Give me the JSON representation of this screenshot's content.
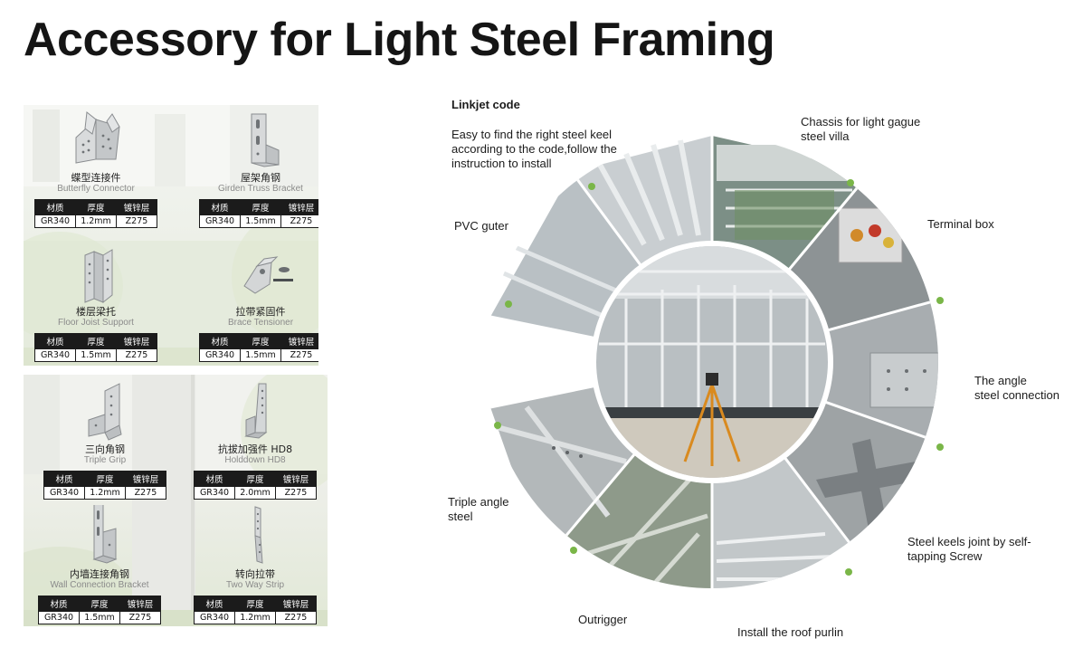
{
  "title": "Accessory for Light Steel Framing",
  "spec_headers": [
    "材质",
    "厚度",
    "镀锌层"
  ],
  "products": [
    {
      "cn": "蝶型连接件",
      "en": "Butterfly Connector",
      "material": "GR340",
      "thickness": "1.2mm",
      "coating": "Z275"
    },
    {
      "cn": "屋架角钢",
      "en": "Girden Truss Bracket",
      "material": "GR340",
      "thickness": "1.5mm",
      "coating": "Z275"
    },
    {
      "cn": "楼层梁托",
      "en": "Floor Joist Support",
      "material": "GR340",
      "thickness": "1.5mm",
      "coating": "Z275"
    },
    {
      "cn": "拉带紧固件",
      "en": "Brace Tensioner",
      "material": "GR340",
      "thickness": "1.5mm",
      "coating": "Z275"
    },
    {
      "cn": "三向角钢",
      "en": "Triple Grip",
      "material": "GR340",
      "thickness": "1.2mm",
      "coating": "Z275"
    },
    {
      "cn": "抗拔加强件 HD8",
      "en": "Holddown HD8",
      "material": "GR340",
      "thickness": "2.0mm",
      "coating": "Z275"
    },
    {
      "cn": "内墙连接角钢",
      "en": "Wall Connection Bracket",
      "material": "GR340",
      "thickness": "1.5mm",
      "coating": "Z275"
    },
    {
      "cn": "转向拉带",
      "en": "Two Way Strip",
      "material": "GR340",
      "thickness": "1.2mm",
      "coating": "Z275"
    }
  ],
  "wheel": {
    "heading": "Linkjet code",
    "intro_lines": [
      "Easy to find the right steel keel",
      "according to the code,follow the",
      "instruction to install"
    ],
    "labels": {
      "chassis": [
        "Chassis for light gague",
        "steel villa"
      ],
      "terminal": [
        "Terminal box"
      ],
      "angle": [
        "The angle",
        "steel connection"
      ],
      "self_tapping": [
        "Steel keels joint by self-",
        "tapping Screw"
      ],
      "roof_purlin": [
        "Install the roof purlin"
      ],
      "outrigger": [
        "Outrigger"
      ],
      "triple_angle": [
        "Triple angle",
        "steel"
      ],
      "pvc": [
        "PVC guter"
      ]
    }
  },
  "colors": {
    "accent_green": "#7ab648",
    "table_header": "#1b1b1b",
    "title": "#151515"
  }
}
